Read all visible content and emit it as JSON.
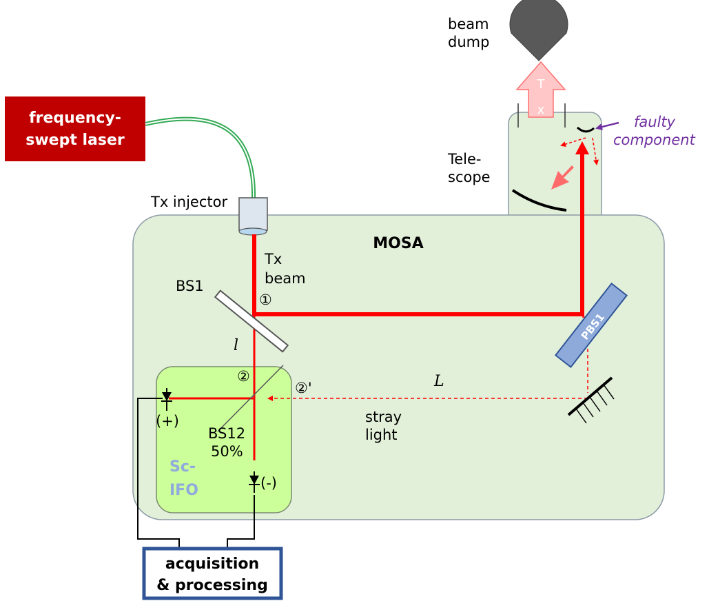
{
  "laser": {
    "line1": "frequency-",
    "line2": "swept laser"
  },
  "tx_injector": "Tx injector",
  "mosa": "MOSA",
  "tx_beam": {
    "line1": "Tx",
    "line2": "beam"
  },
  "bs1": "BS1",
  "pbs1": "PBS1",
  "marker_1": "①",
  "marker_2": "②",
  "marker_2p": "②'",
  "length_l": "l",
  "length_L": "L",
  "stray_light": {
    "line1": "stray",
    "line2": "light"
  },
  "bs12": {
    "line1": "BS12",
    "line2": "50%"
  },
  "sc_ifo": {
    "line1": "Sc-",
    "line2": "IFO"
  },
  "detector_plus": "(+)",
  "detector_minus": "(-)",
  "acquisition": {
    "line1": "acquisition",
    "line2": "& processing"
  },
  "telescope": {
    "line1": "Tele-",
    "line2": "scope"
  },
  "beam_dump": {
    "line1": "beam",
    "line2": "dump"
  },
  "tx_arrow": {
    "line1": "T",
    "line2": "x"
  },
  "faulty": {
    "line1": "faulty",
    "line2": "component"
  },
  "colors": {
    "laser_red": "#c00000",
    "beam_red": "#ff0000",
    "mosa_fill": "#e2efd9",
    "scifo_fill": "#ccff99",
    "pbs_fill": "#8eaadb",
    "acq_border": "#2f5597",
    "faulty_purple": "#7030a0",
    "fiber_green": "#33aa55",
    "dump_gray": "#595959",
    "scifo_text": "#8faadc"
  }
}
